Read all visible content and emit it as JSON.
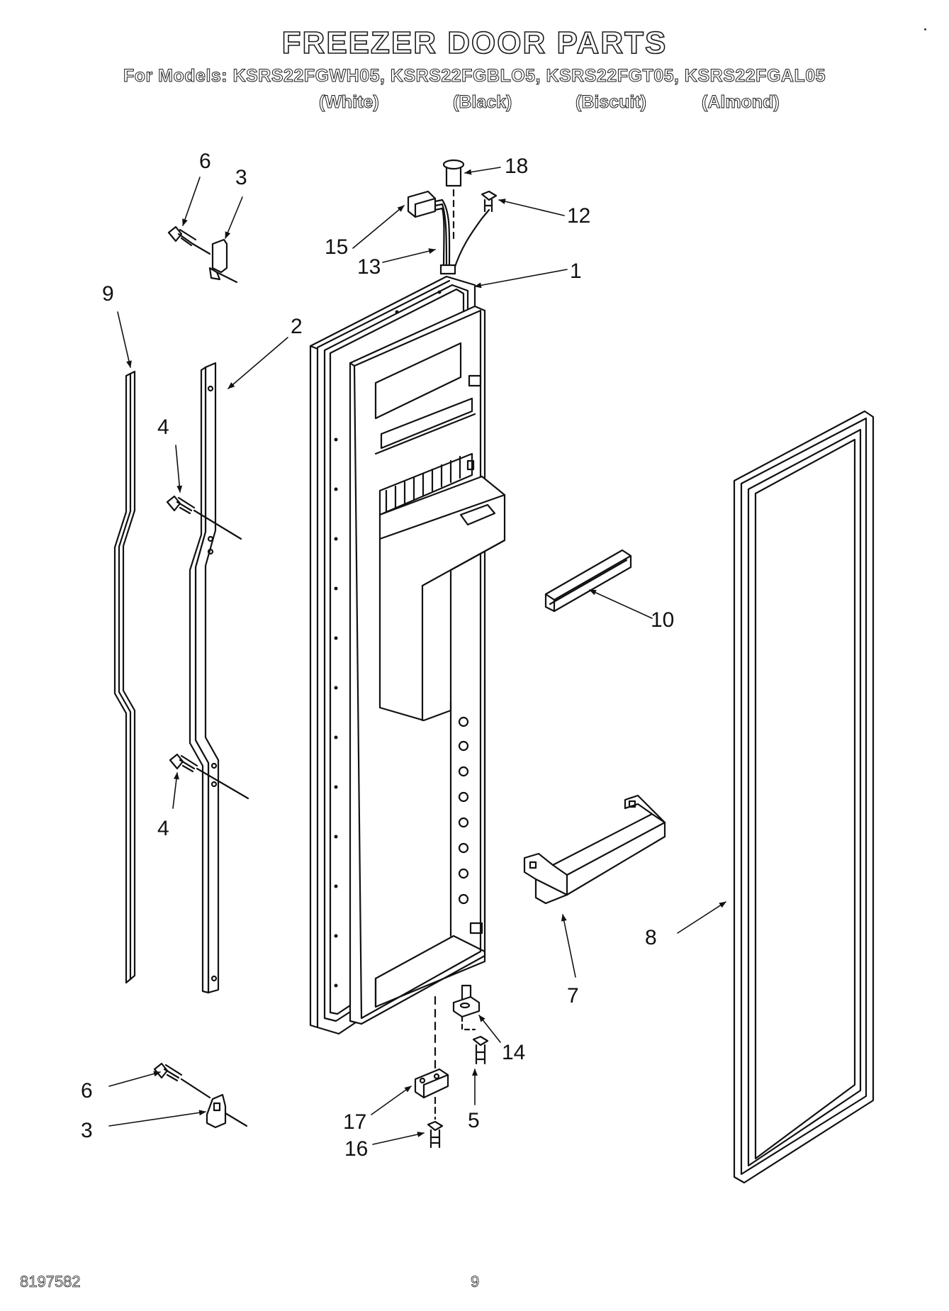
{
  "header": {
    "title": "FREEZER DOOR PARTS",
    "models": "For Models: KSRS22FGWH05, KSRS22FGBLO5, KSRS22FGT05, KSRS22FGAL05",
    "colors": [
      "(White)",
      "(Black)",
      "(Biscuit)",
      "(Almond)"
    ]
  },
  "callouts": {
    "c1": "1",
    "c2": "2",
    "c3a": "3",
    "c3b": "3",
    "c4a": "4",
    "c4b": "4",
    "c5": "5",
    "c6a": "6",
    "c6b": "6",
    "c7": "7",
    "c8": "8",
    "c9": "9",
    "c10": "10",
    "c12": "12",
    "c13": "13",
    "c14": "14",
    "c15": "15",
    "c16": "16",
    "c17": "17",
    "c18": "18"
  },
  "footer": {
    "doc_number": "8197582",
    "page_number": "9"
  }
}
